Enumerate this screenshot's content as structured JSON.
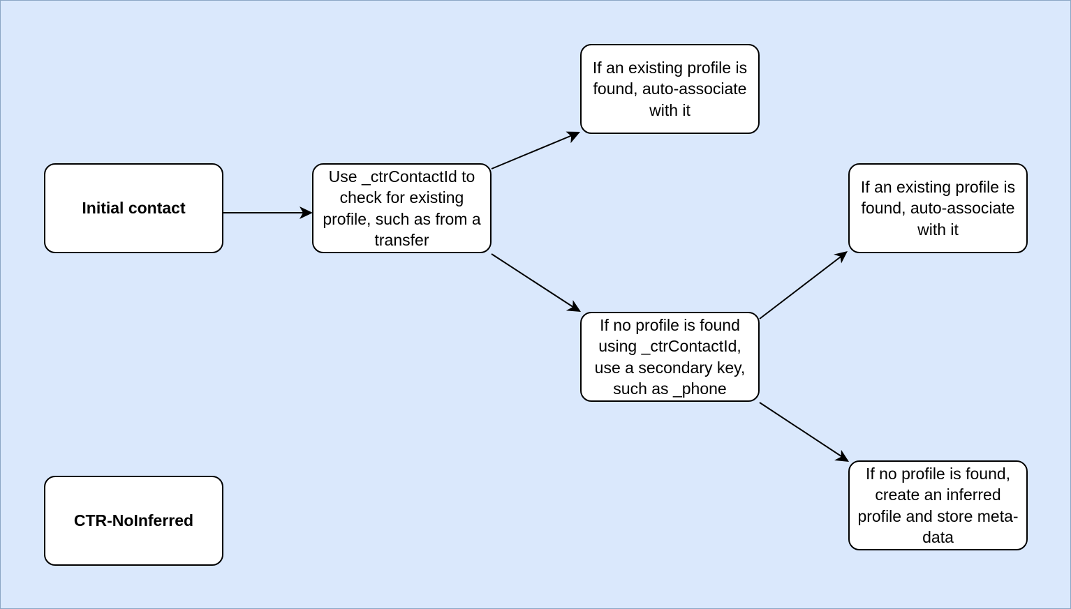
{
  "colors": {
    "background": "#dae8fc",
    "node_fill": "#ffffff",
    "node_border": "#000000",
    "edge": "#000000"
  },
  "nodes": {
    "initial_contact": "Initial contact",
    "check_ctr_contact_id": "Use _ctrContactId to check for existing profile, such as from a transfer",
    "existing_profile_top": "If an existing profile is found, auto-associate with it",
    "secondary_key_lookup": "If no profile is found using _ctrContactId, use a secondary key, such as _phone",
    "existing_profile_right": "If an existing profile is found, auto-associate with it",
    "create_inferred_profile": "If no profile is found, create an inferred profile and store meta-data",
    "ctr_noinferred": "CTR-NoInferred"
  },
  "edges": [
    {
      "from": "initial_contact",
      "to": "check_ctr_contact_id"
    },
    {
      "from": "check_ctr_contact_id",
      "to": "existing_profile_top"
    },
    {
      "from": "check_ctr_contact_id",
      "to": "secondary_key_lookup"
    },
    {
      "from": "secondary_key_lookup",
      "to": "existing_profile_right"
    },
    {
      "from": "secondary_key_lookup",
      "to": "create_inferred_profile"
    }
  ]
}
